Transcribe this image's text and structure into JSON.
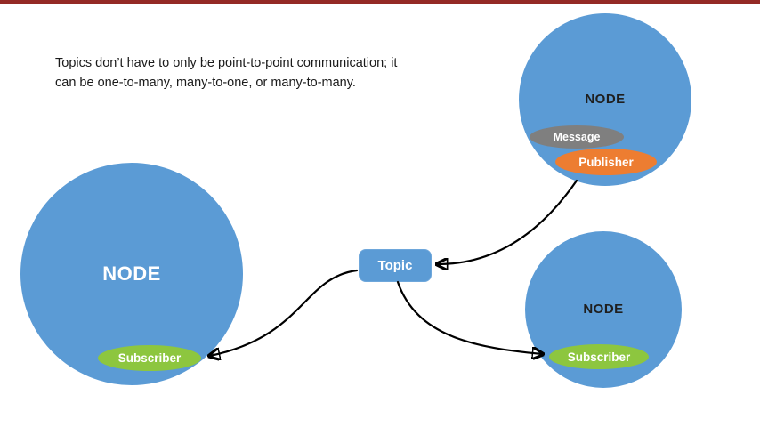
{
  "caption": {
    "line1": "Topics don’t have to only be point-to-point communication; it",
    "line2": "can be one-to-many, many-to-one, or many-to-many."
  },
  "topic": {
    "label": "Topic"
  },
  "nodes": {
    "left": {
      "label": "NODE",
      "subscriber_label": "Subscriber"
    },
    "top_right": {
      "label": "NODE",
      "message_label": "Message",
      "publisher_label": "Publisher"
    },
    "bottom_right": {
      "label": "NODE",
      "subscriber_label": "Subscriber"
    }
  },
  "colors": {
    "node_circle": "#5B9BD5",
    "topic_box": "#5B9BD5",
    "subscriber_green": "#8DC63F",
    "publisher_orange": "#ED7D31",
    "message_gray": "#7F7F7F",
    "top_bar_red": "#942A25",
    "arrow_black": "#000000"
  }
}
